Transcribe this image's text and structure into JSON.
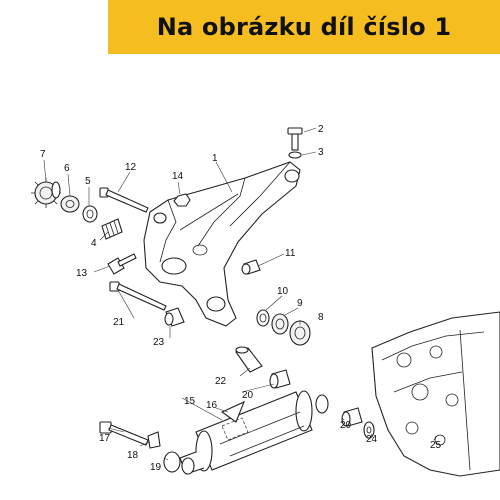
{
  "banner": {
    "title": "Na obrázku díl číslo 1",
    "color": "#f5bd1f"
  },
  "diagram": {
    "part_labels": [
      "1",
      "2",
      "3",
      "4",
      "5",
      "6",
      "7",
      "8",
      "9",
      "10",
      "11",
      "12",
      "13",
      "14",
      "15",
      "16",
      "17",
      "18",
      "19",
      "20",
      "20",
      "21",
      "22",
      "23",
      "24",
      "25"
    ]
  }
}
